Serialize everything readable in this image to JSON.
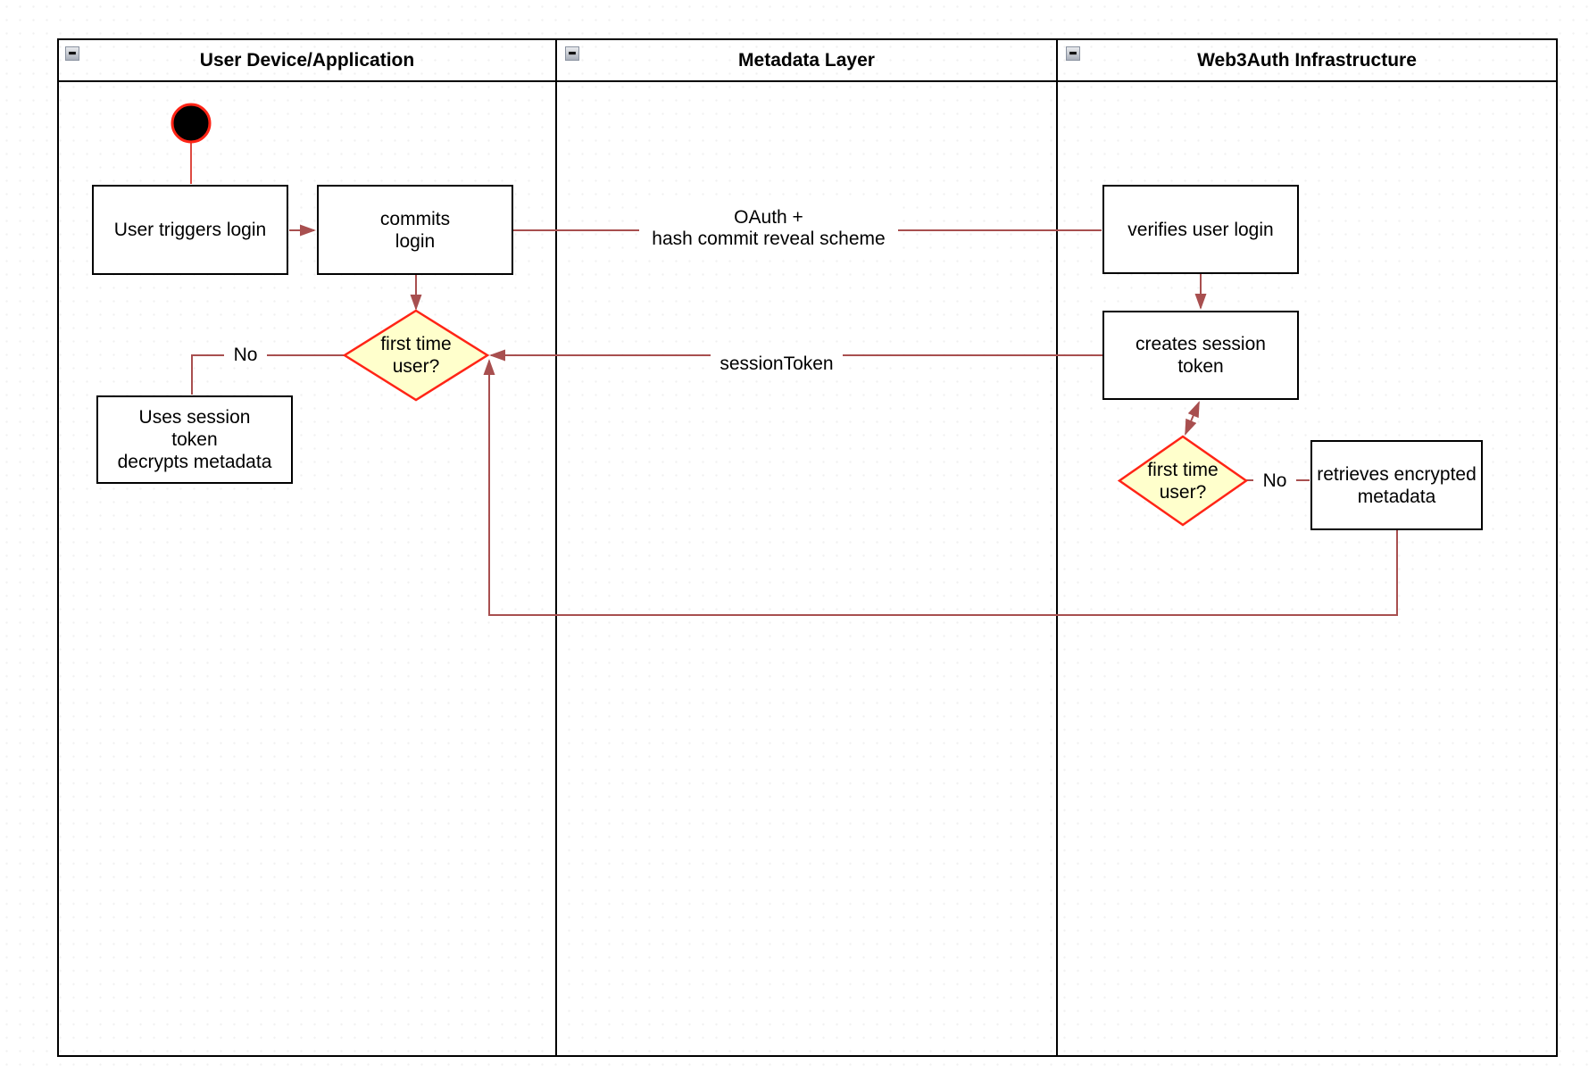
{
  "diagram": {
    "type": "swimlane-activity-diagram",
    "lanes": [
      {
        "title": "User Device/Application"
      },
      {
        "title": "Metadata Layer"
      },
      {
        "title": "Web3Auth Infrastructure"
      }
    ],
    "collapse_glyph": "−",
    "nodes": {
      "start": "start-state",
      "user_triggers_login": "User triggers login",
      "commits_login": "commits\nlogin",
      "first_time_user_1": "first time\nuser?",
      "uses_session_token": "Uses session\ntoken\ndecrypts metadata",
      "verifies_user_login": "verifies user login",
      "creates_session_token": "creates session\ntoken",
      "first_time_user_2": "first time\nuser?",
      "retrieves_encrypted_metadata": "retrieves encrypted\nmetadata"
    },
    "edge_labels": {
      "oauth": "OAuth +\nhash commit reveal scheme",
      "session_token": "sessionToken",
      "no_left": "No",
      "no_right": "No"
    },
    "colors": {
      "connector": "#A84F4F",
      "decision_border": "#FF2416",
      "decision_fill": "#FFFFCC",
      "node_border": "#000000",
      "lane_border": "#000000",
      "start_fill": "#000000",
      "start_ring": "#FF2416",
      "start_stroke": "#DD4A42",
      "label_ink": "#000000"
    }
  }
}
